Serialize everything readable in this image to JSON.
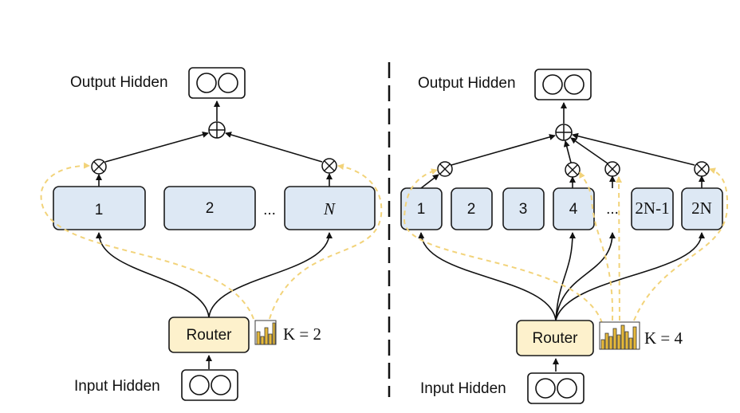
{
  "left": {
    "output_label": "Output Hidden",
    "input_label": "Input Hidden",
    "router_label": "Router",
    "experts": [
      "1",
      "2",
      "N"
    ],
    "ellipsis": "...",
    "k_label": "K = 2"
  },
  "right": {
    "output_label": "Output Hidden",
    "input_label": "Input Hidden",
    "router_label": "Router",
    "experts": [
      "1",
      "2",
      "3",
      "4",
      "2N-1",
      "2N"
    ],
    "ellipsis": "...",
    "k_label": "K = 4"
  },
  "colors": {
    "expert_fill": "#dde8f4",
    "router_fill": "#fdf1cc",
    "dashed_flow": "#f2d37a",
    "histogram": "#e6b93a"
  }
}
